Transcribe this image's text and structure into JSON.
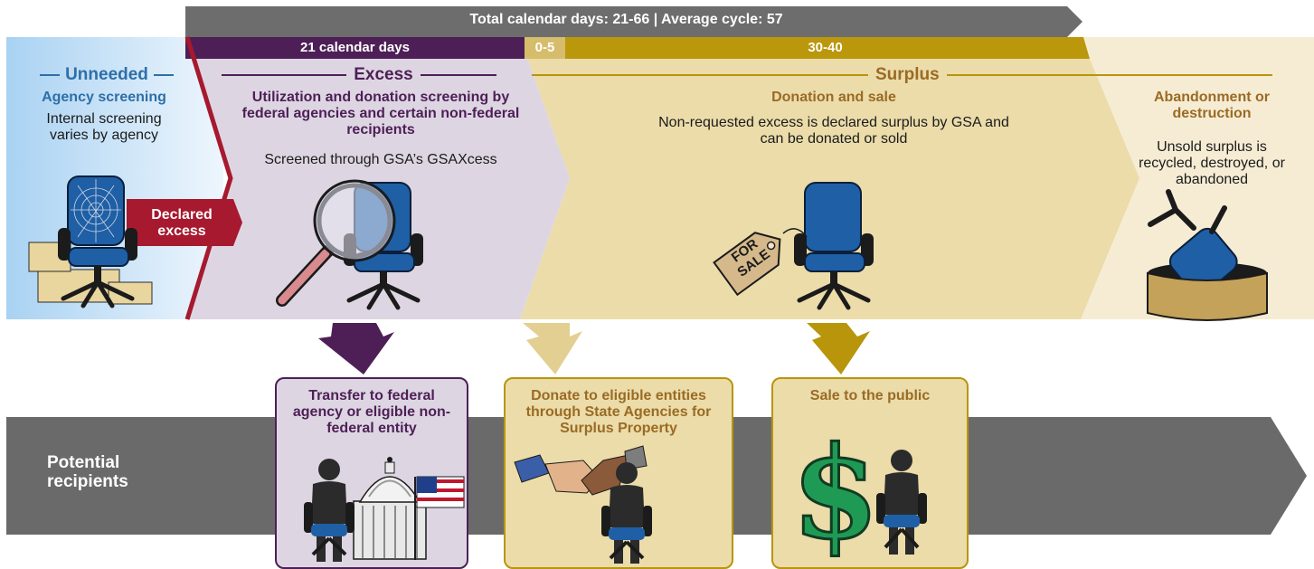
{
  "timeline": {
    "total_label": "Total calendar days: 21-66 | Average cycle: 57",
    "excess_days": "21 calendar days",
    "gap_days": "0-5",
    "surplus_days": "30-40"
  },
  "phases": {
    "unneeded": {
      "title": "Unneeded",
      "subtitle": "Agency screening",
      "desc": "Internal screening varies by agency",
      "arrow_label": "Declared excess"
    },
    "excess": {
      "title": "Excess",
      "subtitle": "Utilization and donation screening by federal agencies and certain non-federal recipients",
      "desc": "Screened through GSA’s GSAXcess"
    },
    "surplus": {
      "title": "Surplus",
      "subtitle": "Donation and sale",
      "desc": "Non-requested excess is declared surplus by GSA and can be donated or sold",
      "tag": "FOR SALE"
    },
    "abandonment": {
      "title": "Abandonment or destruction",
      "desc": "Unsold surplus is recycled, destroyed, or abandoned"
    }
  },
  "recipients": {
    "label": "Potential recipients",
    "boxes": [
      {
        "title": "Transfer to federal agency or eligible non-federal entity"
      },
      {
        "title": "Donate to eligible entities through State Agencies for Surplus Property"
      },
      {
        "title": "Sale to the public"
      }
    ],
    "dollar_sign": "$"
  },
  "colors": {
    "unneeded_blue": "#2e6fa8",
    "excess_purple": "#4e1f57",
    "excess_bg": "#ddd6e2",
    "declared_red": "#a6192e",
    "surplus_gold": "#b8950a",
    "surplus_text": "#9a6b24",
    "surplus_bg": "#ebdcaa",
    "abandon_bg": "#f6ecd4",
    "timeline_gray": "#6d6d6d",
    "recipient_gray": "#6a6a6a",
    "chair_blue": "#1f5fa6"
  }
}
